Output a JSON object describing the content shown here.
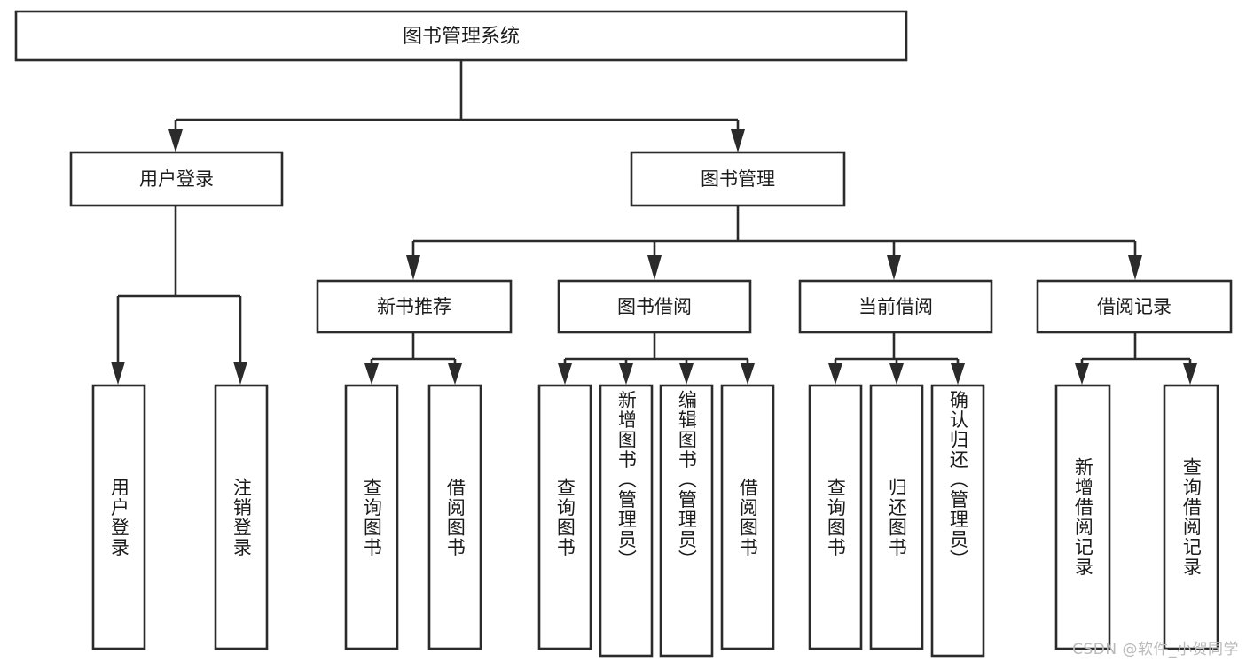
{
  "diagram": {
    "title": "图书管理系统",
    "watermark": "CSDN @软件_小贺同学",
    "colors": {
      "stroke": "#2b2b2b",
      "fill": "#ffffff",
      "text": "#1b1b1b",
      "watermark": "#b9b9b9",
      "background": "#ffffff"
    },
    "levels": {
      "root": {
        "label": "图书管理系统"
      },
      "level2": [
        {
          "label": "用户登录"
        },
        {
          "label": "图书管理"
        }
      ],
      "level3": [
        {
          "label": "新书推荐"
        },
        {
          "label": "图书借阅"
        },
        {
          "label": "当前借阅"
        },
        {
          "label": "借阅记录"
        }
      ],
      "leaves": {
        "user_login": [
          {
            "label": "用户登录"
          },
          {
            "label": "注销登录"
          }
        ],
        "new_book_recommend": [
          {
            "label": "查询图书"
          },
          {
            "label": "借阅图书"
          }
        ],
        "book_borrow": [
          {
            "label": "查询图书"
          },
          {
            "label": "新增图书（管理员）"
          },
          {
            "label": "编辑图书（管理员）"
          },
          {
            "label": "借阅图书"
          }
        ],
        "current_borrow": [
          {
            "label": "查询图书"
          },
          {
            "label": "归还图书"
          },
          {
            "label": "确认归还（管理员）"
          }
        ],
        "borrow_record": [
          {
            "label": "新增借阅记录"
          },
          {
            "label": "查询借阅记录"
          }
        ]
      }
    }
  }
}
